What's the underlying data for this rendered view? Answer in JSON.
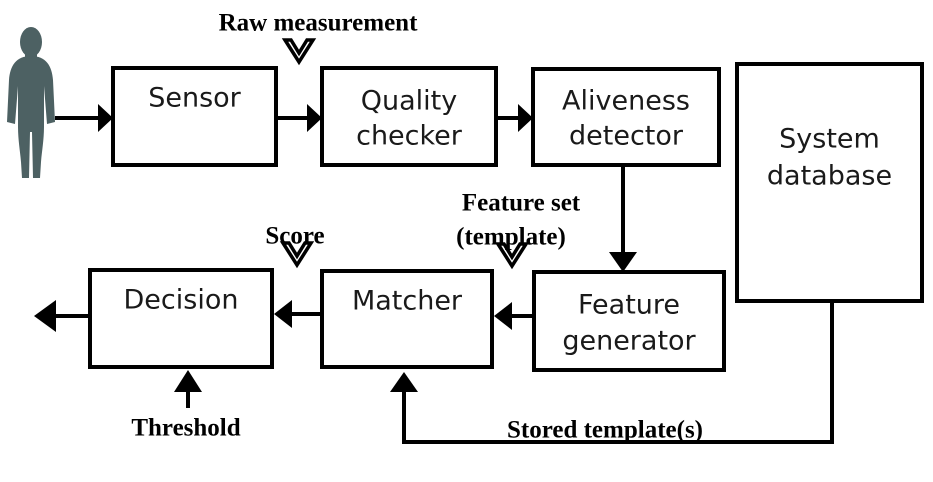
{
  "diagram": {
    "title": "Biometric system block diagram",
    "background_color": "#ffffff",
    "line_color": "#000000",
    "box_fill": "#ffffff",
    "person_color": "#4d6163",
    "boxes": [
      {
        "id": "sensor",
        "label": "Sensor",
        "lines": [
          "Sensor"
        ]
      },
      {
        "id": "quality-checker",
        "label": "Quality checker",
        "lines": [
          "Quality",
          "checker"
        ]
      },
      {
        "id": "aliveness-detector",
        "label": "Aliveness detector",
        "lines": [
          "Aliveness",
          "detector"
        ]
      },
      {
        "id": "system-database",
        "label": "System database",
        "lines": [
          "System",
          "database"
        ]
      },
      {
        "id": "decision",
        "label": "Decision",
        "lines": [
          "Decision"
        ]
      },
      {
        "id": "matcher",
        "label": "Matcher",
        "lines": [
          "Matcher"
        ]
      },
      {
        "id": "feature-generator",
        "label": "Feature generator",
        "lines": [
          "Feature",
          "generator"
        ]
      }
    ],
    "annotations": [
      {
        "id": "raw-measurement",
        "lines": [
          "Raw measurement"
        ]
      },
      {
        "id": "feature-set",
        "lines": [
          "Feature  set",
          "(template)"
        ]
      },
      {
        "id": "score",
        "lines": [
          "Score"
        ]
      },
      {
        "id": "threshold",
        "lines": [
          "Threshold"
        ]
      },
      {
        "id": "stored-templates",
        "lines": [
          "Stored template(s)"
        ]
      }
    ],
    "icons": {
      "person": "person-silhouette-icon"
    }
  }
}
